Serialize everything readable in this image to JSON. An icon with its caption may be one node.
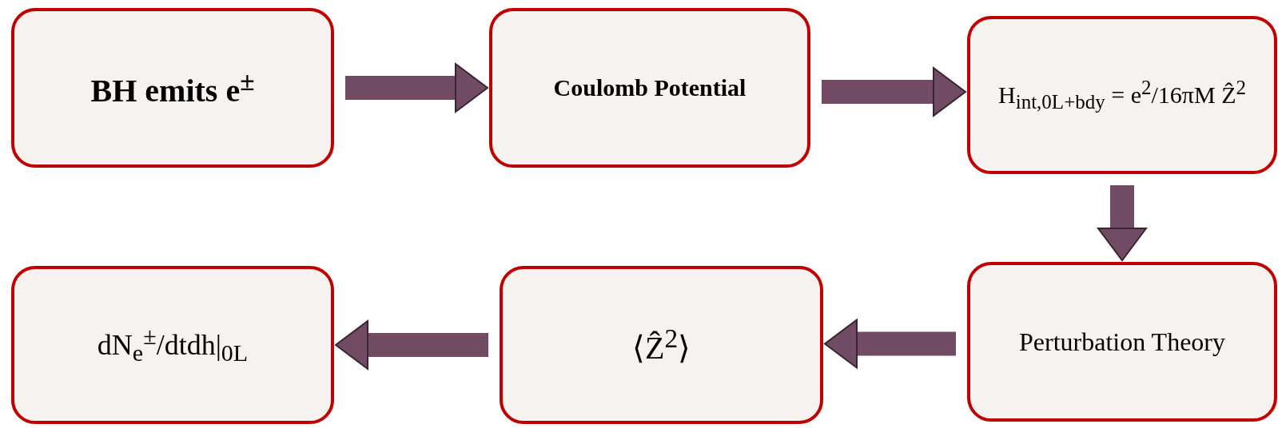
{
  "diagram": {
    "nodes": [
      {
        "text": [
          "BH emits e$^{±}$"
        ]
      },
      {
        "text": [
          "Coulomb Potential"
        ]
      },
      {
        "text": [
          "H$_{int,0L+bdy}$ = e$^{2}$/16πM Ẑ$^{2}$"
        ]
      },
      {
        "text": [
          "Perturbation Theory"
        ]
      },
      {
        "text": [
          "⟨Ẑ$^{2}$⟩"
        ]
      },
      {
        "text": [
          "dN$_{e}$$^{±}$/dtdh|$_{0L}$"
        ]
      }
    ],
    "edges": [
      {
        "from": 0,
        "to": 1,
        "arrow": "to"
      },
      {
        "from": 1,
        "to": 2,
        "arrow": "to"
      },
      {
        "from": 2,
        "to": 3,
        "arrow": "to"
      },
      {
        "from": 3,
        "to": 4,
        "arrow": "to"
      },
      {
        "from": 4,
        "to": 5,
        "arrow": "to"
      }
    ]
  }
}
